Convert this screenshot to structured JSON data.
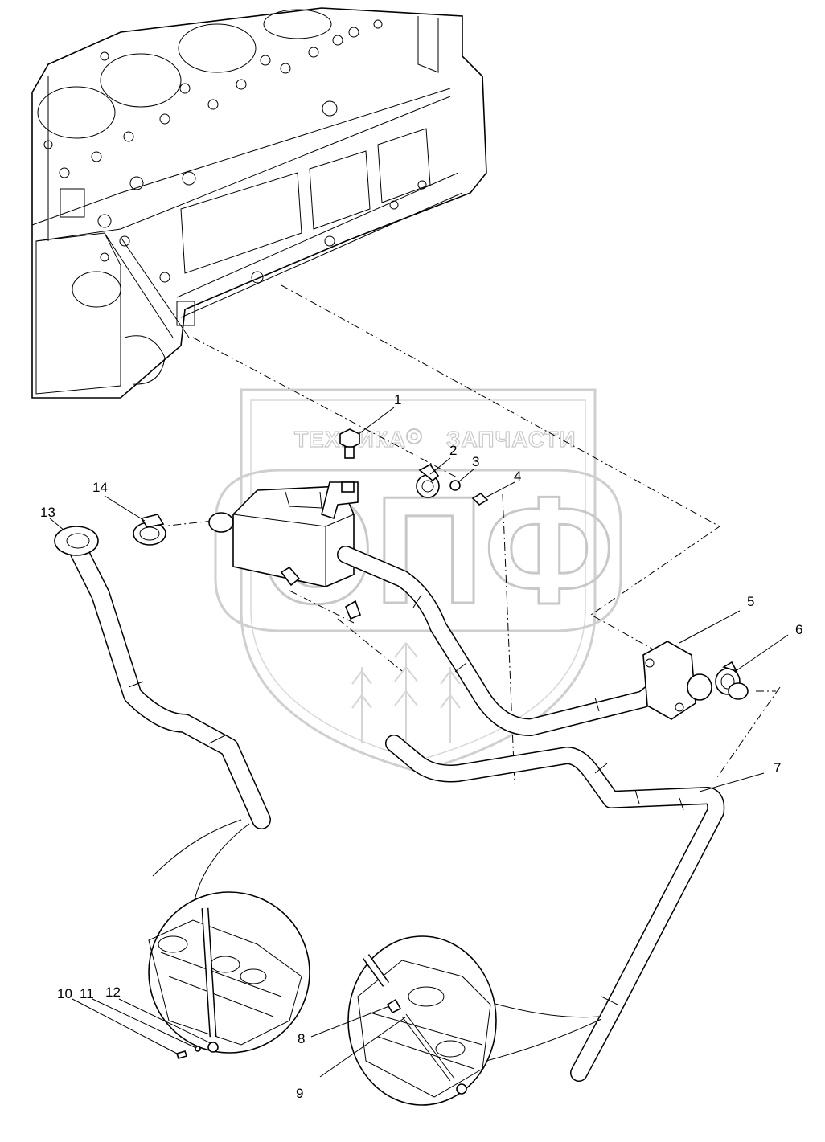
{
  "watermark": {
    "left_word": "ТЕХНИКА",
    "right_word": "ЗАПЧАСТИ",
    "logo_letters": "ЭПФ"
  },
  "callouts": [
    {
      "id": "callout-1",
      "label": "1"
    },
    {
      "id": "callout-2",
      "label": "2"
    },
    {
      "id": "callout-3",
      "label": "3"
    },
    {
      "id": "callout-4",
      "label": "4"
    },
    {
      "id": "callout-5",
      "label": "5"
    },
    {
      "id": "callout-6",
      "label": "6"
    },
    {
      "id": "callout-7",
      "label": "7"
    },
    {
      "id": "callout-8",
      "label": "8"
    },
    {
      "id": "callout-9",
      "label": "9"
    },
    {
      "id": "callout-10",
      "label": "10"
    },
    {
      "id": "callout-11",
      "label": "11"
    },
    {
      "id": "callout-12",
      "label": "12"
    },
    {
      "id": "callout-13",
      "label": "13"
    },
    {
      "id": "callout-14",
      "label": "14"
    }
  ],
  "colors": {
    "line": "#000000",
    "watermark": "#c8c8c8",
    "background": "#ffffff"
  }
}
